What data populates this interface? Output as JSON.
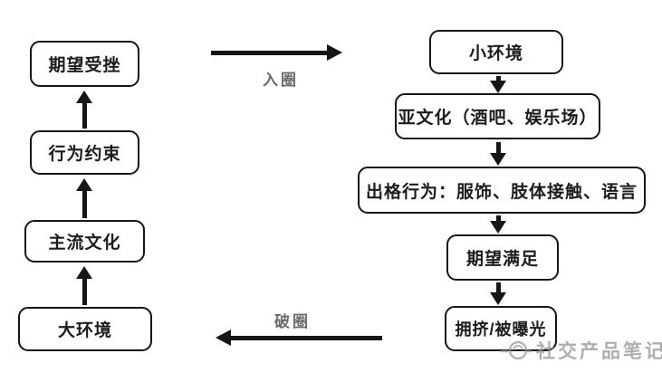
{
  "diagram": {
    "left_column": {
      "flow_direction": "bottom-to-top",
      "nodes": [
        {
          "label": "期望受挫"
        },
        {
          "label": "行为约束"
        },
        {
          "label": "主流文化"
        },
        {
          "label": "大环境"
        }
      ]
    },
    "right_column": {
      "flow_direction": "top-to-bottom",
      "nodes": [
        {
          "label": "小环境"
        },
        {
          "label": "亚文化（酒吧、娱乐场）"
        },
        {
          "label": "出格行为：服饰、肢体接触、语言"
        },
        {
          "label": "期望满足"
        },
        {
          "label": "拥挤/被曝光"
        }
      ]
    },
    "transitions": {
      "enter_circle": {
        "label": "入圈",
        "direction": "right"
      },
      "break_circle": {
        "label": "破圈",
        "direction": "left"
      }
    },
    "colors": {
      "line": "#161616",
      "box_border": "#161616",
      "box_text": "#1c1c1c",
      "caption_text": "#6b6b6b",
      "watermark": "#8f8f8f",
      "background": "#ffffff"
    }
  },
  "watermark": {
    "text": "社交产品笔记"
  }
}
